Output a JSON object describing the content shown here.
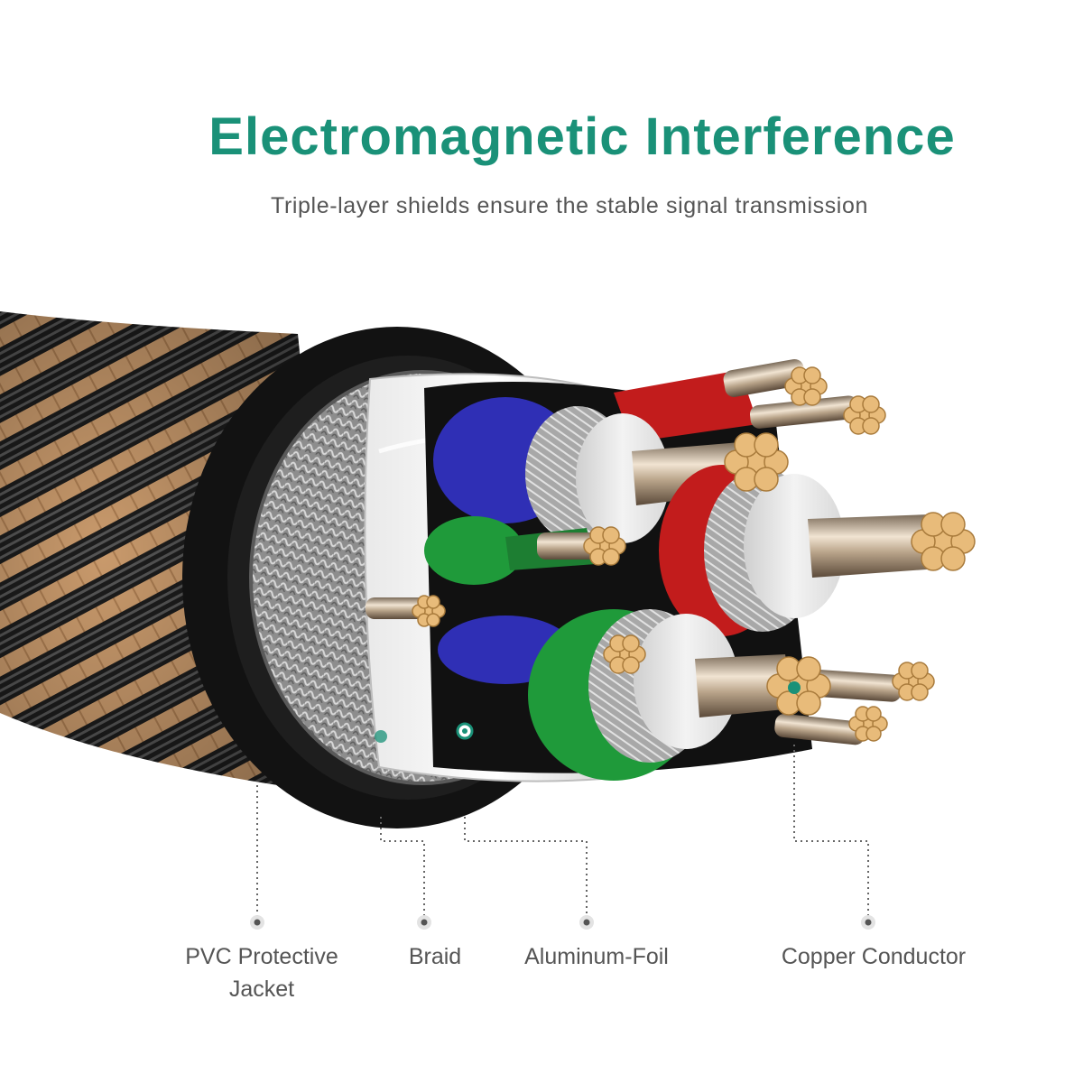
{
  "header": {
    "title": "Electromagnetic Interference",
    "subtitle": "Triple-layer shields ensure the stable signal transmission"
  },
  "colors": {
    "accent": "#1a9178",
    "text": "#555555",
    "jacket": "#151515",
    "braid_tan": "#c99a6c",
    "copper": "#e8bb7a",
    "core_blue": "#2f2fb5",
    "core_green": "#1f9a3a",
    "core_red": "#c21c1c"
  },
  "callouts": [
    {
      "id": "pvc",
      "lines": [
        "PVC Protective",
        "Jacket"
      ]
    },
    {
      "id": "braid",
      "lines": [
        "Braid"
      ]
    },
    {
      "id": "foil",
      "lines": [
        "Aluminum-Foil"
      ]
    },
    {
      "id": "copper",
      "lines": [
        "Copper Conductor"
      ]
    }
  ]
}
